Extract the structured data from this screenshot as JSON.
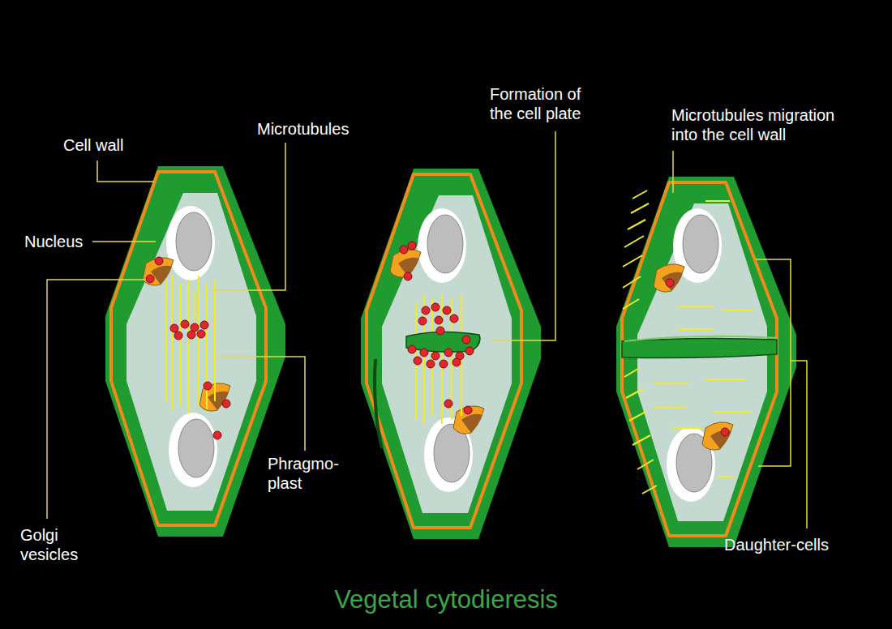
{
  "diagram": {
    "title": "Vegetal cytodieresis",
    "labels": [
      "Cell wall",
      "Microtubules",
      "Nucleus",
      "Golgi vesicles",
      "Phragmo- plast",
      "Formation of the cell plate",
      "Microtubules migration into the cell wall",
      "Daughter-cells"
    ]
  }
}
